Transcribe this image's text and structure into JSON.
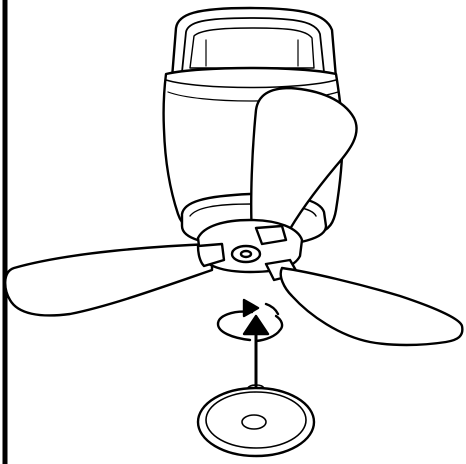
{
  "diagram": {
    "line_color": "#000000",
    "fill_color": "#ffffff",
    "parts": [
      "ceiling-wall-line",
      "fan-motor-housing",
      "fan-blade",
      "blade-bracket",
      "rotation-arrow",
      "direction-arrow",
      "cover-cap"
    ]
  }
}
